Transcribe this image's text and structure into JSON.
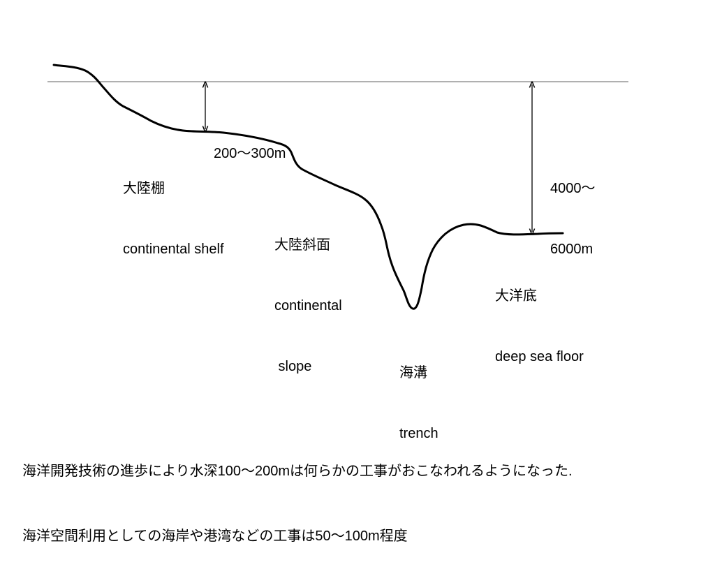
{
  "colors": {
    "background": "#ffffff",
    "profile": "#000000",
    "sea_level_line": "#808080",
    "text": "#000000"
  },
  "diagram": {
    "shelf_depth": "200～300m",
    "floor_depth_line1": "4000～",
    "floor_depth_line2": "6000m",
    "shelf": {
      "ja": "大陸棚",
      "en": "continental shelf"
    },
    "slope": {
      "ja": "大陸斜面",
      "en_line1": "continental",
      "en_line2": " slope"
    },
    "trench": {
      "ja": "海溝",
      "en": "trench"
    },
    "floor": {
      "ja": "大洋底",
      "en": "deep sea floor"
    }
  },
  "caption": {
    "line1": "海洋開発技術の進歩により水深100～200mは何らかの工事がおこなわれるようになった.",
    "line2": "海洋空間利用としての海岸や港湾などの工事は50～100m程度"
  }
}
